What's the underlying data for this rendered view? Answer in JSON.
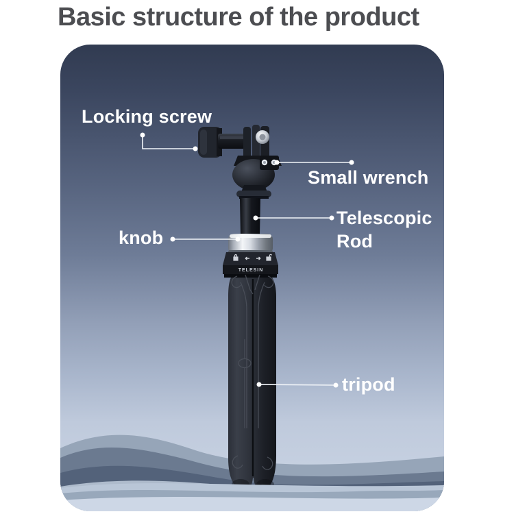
{
  "title": "Basic structure of the product",
  "brand": "TELESIN",
  "labels": {
    "locking_screw": "Locking screw",
    "small_wrench": "Small wrench",
    "telescopic_rod": "Telescopic Rod",
    "knob": "knob",
    "tripod": "tripod"
  },
  "colors": {
    "title_text": "#4c4d51",
    "label_text": "#ffffff",
    "leader_line": "#f2f5f9",
    "card_gradient_top": "#313b51",
    "card_gradient_bottom": "#ccd6e5",
    "product_black": "#1b1e25",
    "knob_ring_silver": "#d6dbe2",
    "wave_dark": "#5b6a80",
    "wave_light": "#c4cfe0"
  }
}
